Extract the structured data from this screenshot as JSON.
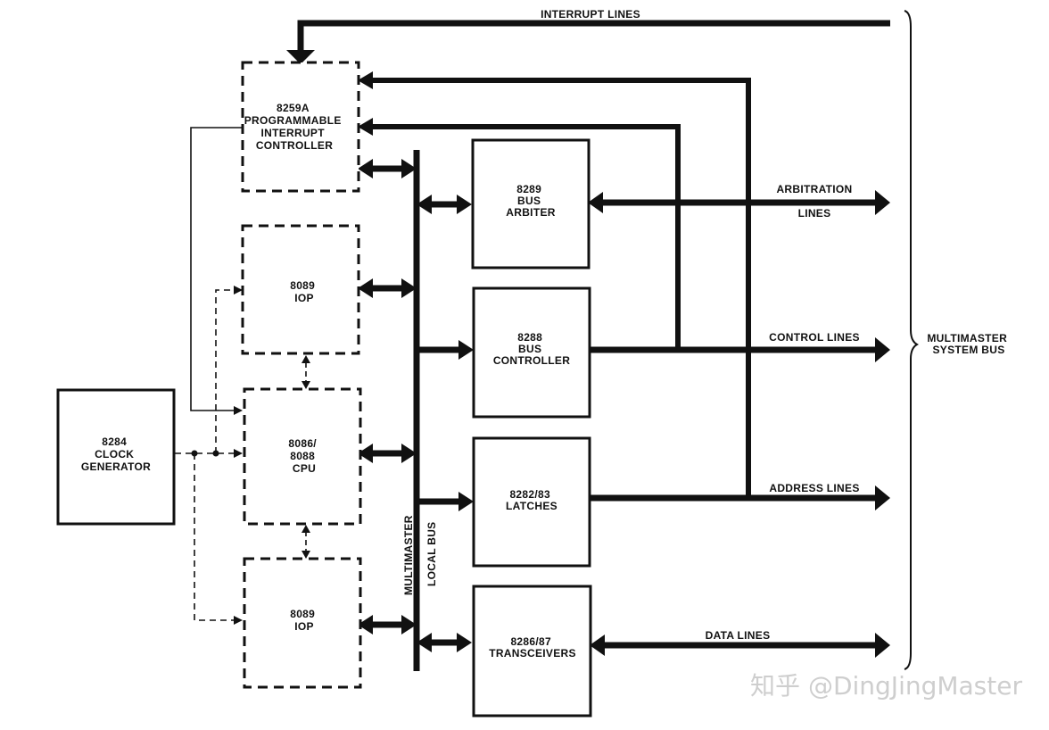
{
  "blocks": {
    "pic": [
      "8259A",
      "PROGRAMMABLE",
      "INTERRUPT",
      "CONTROLLER"
    ],
    "iop_top": [
      "8089",
      "IOP"
    ],
    "cpu": [
      "8086/",
      "8088",
      "CPU"
    ],
    "iop_bottom": [
      "8089",
      "IOP"
    ],
    "clock": [
      "8284",
      "CLOCK",
      "GENERATOR"
    ],
    "arbiter": [
      "8289",
      "BUS",
      "ARBITER"
    ],
    "bus_controller": [
      "8288",
      "BUS",
      "CONTROLLER"
    ],
    "latches": [
      "8282/83",
      "LATCHES"
    ],
    "transceivers": [
      "8286/87",
      "TRANSCEIVERS"
    ]
  },
  "local_bus": [
    "MULTIMASTER",
    "LOCAL BUS"
  ],
  "lines": {
    "interrupt": "INTERRUPT LINES",
    "arbitration": [
      "ARBITRATION",
      "LINES"
    ],
    "control": "CONTROL LINES",
    "address": "ADDRESS LINES",
    "data": "DATA LINES"
  },
  "system_bus": [
    "MULTIMASTER",
    "SYSTEM BUS"
  ],
  "watermark": "知乎 @DingJingMaster",
  "colors": {
    "ink": "#111111",
    "paper": "#ffffff",
    "watermark": "#c9c9c9"
  }
}
